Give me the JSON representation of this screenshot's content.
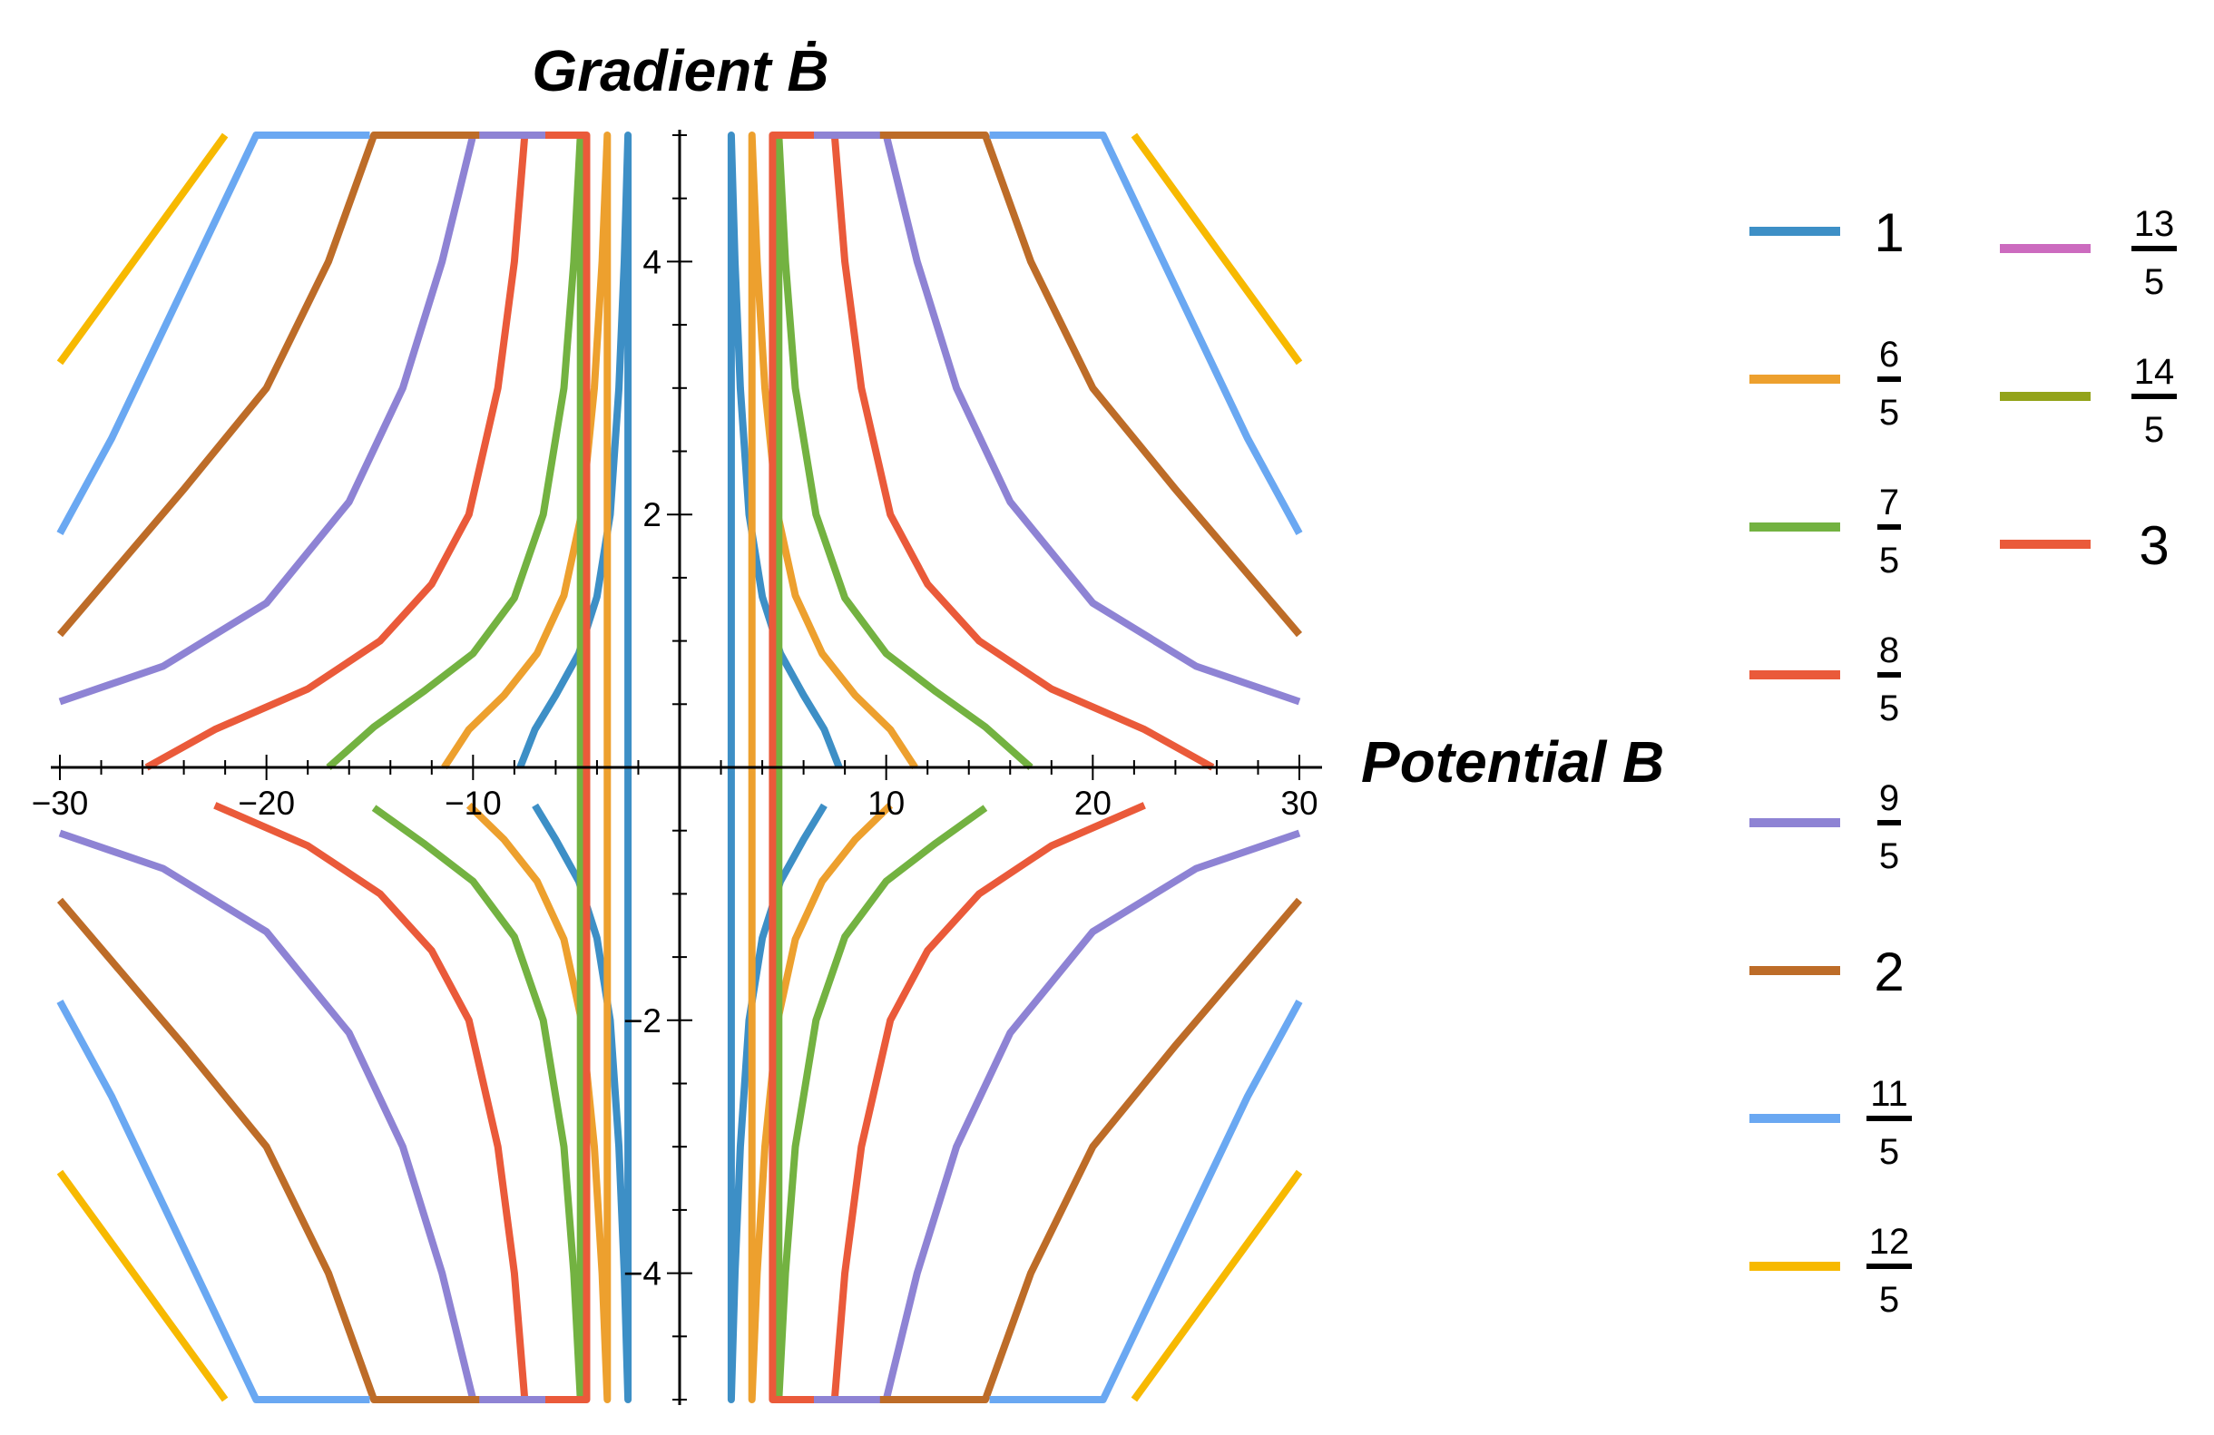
{
  "chart_data": {
    "type": "line",
    "xlabel": "Potential B",
    "ylabel": "Gradient Ḃ",
    "xlim": [
      -30,
      30
    ],
    "ylim": [
      -5,
      5
    ],
    "x_ticks": [
      -30,
      -20,
      -10,
      10,
      20,
      30
    ],
    "x_tick_labels": [
      "−30",
      "−20",
      "−10",
      "10",
      "20",
      "30"
    ],
    "y_ticks": [
      -4,
      -2,
      2,
      4
    ],
    "y_tick_labels": [
      "−4",
      "−2",
      "2",
      "4"
    ],
    "x_minor_step": 2,
    "y_minor_step": 0.5,
    "grid": false,
    "legend_position": "right",
    "note_on_curves": "level curves with branches in all four quadrants, symmetric about both axes",
    "series": [
      {
        "name": "1",
        "value": 1,
        "color": "#3d8fc6",
        "points": [
          [
            2.5,
            5.0
          ],
          [
            2.68,
            4.0
          ],
          [
            2.94,
            3.0
          ],
          [
            3.36,
            2.0
          ],
          [
            4.0,
            1.35
          ],
          [
            4.88,
            0.9
          ],
          [
            6.0,
            0.57
          ],
          [
            7.0,
            0.3
          ],
          [
            7.72,
            0.0
          ]
        ]
      },
      {
        "name": "6/5",
        "value": 1.2,
        "color": "#eda02e",
        "points": [
          [
            3.5,
            5.0
          ],
          [
            3.75,
            4.0
          ],
          [
            4.13,
            3.0
          ],
          [
            4.75,
            2.0
          ],
          [
            5.6,
            1.36
          ],
          [
            6.9,
            0.9
          ],
          [
            8.5,
            0.57
          ],
          [
            10.2,
            0.3
          ],
          [
            11.4,
            0.0
          ]
        ]
      },
      {
        "name": "7/5",
        "value": 1.4,
        "color": "#73b241",
        "points": [
          [
            4.8,
            5.0
          ],
          [
            5.12,
            4.0
          ],
          [
            5.6,
            3.0
          ],
          [
            6.6,
            2.0
          ],
          [
            8.0,
            1.34
          ],
          [
            10.0,
            0.9
          ],
          [
            12.4,
            0.6
          ],
          [
            14.8,
            0.32
          ],
          [
            17.0,
            0.0
          ]
        ]
      },
      {
        "name": "8/5",
        "value": 1.6,
        "color": "#ea5a3a",
        "points": [
          [
            4.5,
            5.0
          ],
          [
            7.5,
            5.0
          ],
          [
            8.0,
            4.0
          ],
          [
            8.8,
            3.0
          ],
          [
            10.2,
            2.0
          ],
          [
            12.0,
            1.45
          ],
          [
            14.5,
            1.0
          ],
          [
            18.0,
            0.62
          ],
          [
            22.5,
            0.3
          ],
          [
            25.8,
            0.0
          ]
        ]
      },
      {
        "name": "9/5",
        "value": 1.8,
        "color": "#8e83d4",
        "points": [
          [
            6.5,
            5.0
          ],
          [
            10.0,
            5.0
          ],
          [
            11.5,
            4.0
          ],
          [
            13.4,
            3.0
          ],
          [
            16.0,
            2.1
          ],
          [
            20.0,
            1.3
          ],
          [
            25.0,
            0.8
          ],
          [
            30.0,
            0.52
          ]
        ]
      },
      {
        "name": "2",
        "value": 2,
        "color": "#bd6c28",
        "points": [
          [
            9.7,
            5.0
          ],
          [
            14.8,
            5.0
          ],
          [
            17.0,
            4.0
          ],
          [
            20.0,
            3.0
          ],
          [
            24.0,
            2.2
          ],
          [
            30.0,
            1.05
          ]
        ]
      },
      {
        "name": "11/5",
        "value": 2.2,
        "color": "#6aa8f2",
        "points": [
          [
            15.0,
            5.0
          ],
          [
            20.5,
            5.0
          ],
          [
            24.0,
            3.8
          ],
          [
            27.5,
            2.6
          ],
          [
            30.0,
            1.85
          ]
        ]
      },
      {
        "name": "12/5",
        "value": 2.4,
        "color": "#f7b900",
        "points": [
          [
            22.0,
            5.0
          ],
          [
            26.0,
            4.1
          ],
          [
            30.0,
            3.2
          ]
        ]
      },
      {
        "name": "13/5",
        "value": 2.6,
        "color": "#cc6bbf",
        "points": []
      },
      {
        "name": "14/5",
        "value": 2.8,
        "color": "#93a31a",
        "points": []
      },
      {
        "name": "3",
        "value": 3,
        "color": "#ea5a3a",
        "points": []
      }
    ]
  },
  "legend": [
    {
      "kind": "int",
      "text": "1",
      "color": "#3d8fc6"
    },
    {
      "kind": "frac",
      "num": "6",
      "den": "5",
      "color": "#eda02e"
    },
    {
      "kind": "frac",
      "num": "7",
      "den": "5",
      "color": "#73b241"
    },
    {
      "kind": "frac",
      "num": "8",
      "den": "5",
      "color": "#ea5a3a"
    },
    {
      "kind": "frac",
      "num": "9",
      "den": "5",
      "color": "#8e83d4"
    },
    {
      "kind": "int",
      "text": "2",
      "color": "#bd6c28"
    },
    {
      "kind": "frac",
      "num": "11",
      "den": "5",
      "color": "#6aa8f2"
    },
    {
      "kind": "frac",
      "num": "12",
      "den": "5",
      "color": "#f7b900"
    },
    {
      "kind": "frac",
      "num": "13",
      "den": "5",
      "color": "#cc6bbf"
    },
    {
      "kind": "frac",
      "num": "14",
      "den": "5",
      "color": "#93a31a"
    },
    {
      "kind": "int",
      "text": "3",
      "color": "#ea5a3a"
    }
  ]
}
